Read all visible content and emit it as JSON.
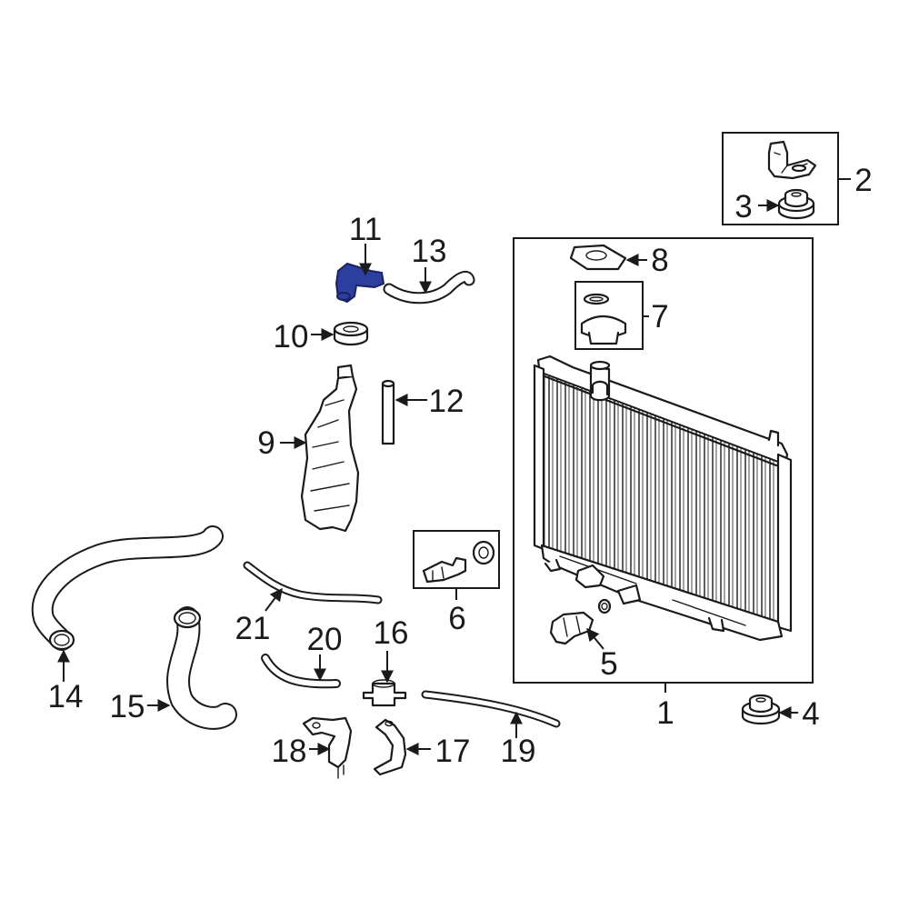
{
  "diagram": {
    "highlight_color": "#2d3f9e",
    "callouts": [
      {
        "id": "c1",
        "text": "1"
      },
      {
        "id": "c2",
        "text": "2"
      },
      {
        "id": "c3",
        "text": "3"
      },
      {
        "id": "c4",
        "text": "4"
      },
      {
        "id": "c5",
        "text": "5"
      },
      {
        "id": "c6",
        "text": "6"
      },
      {
        "id": "c7",
        "text": "7"
      },
      {
        "id": "c8",
        "text": "8"
      },
      {
        "id": "c9",
        "text": "9"
      },
      {
        "id": "c10",
        "text": "10"
      },
      {
        "id": "c11",
        "text": "11"
      },
      {
        "id": "c12",
        "text": "12"
      },
      {
        "id": "c13",
        "text": "13"
      },
      {
        "id": "c14",
        "text": "14"
      },
      {
        "id": "c15",
        "text": "15"
      },
      {
        "id": "c16",
        "text": "16"
      },
      {
        "id": "c17",
        "text": "17"
      },
      {
        "id": "c18",
        "text": "18"
      },
      {
        "id": "c19",
        "text": "19"
      },
      {
        "id": "c20",
        "text": "20"
      },
      {
        "id": "c21",
        "text": "21"
      }
    ]
  }
}
